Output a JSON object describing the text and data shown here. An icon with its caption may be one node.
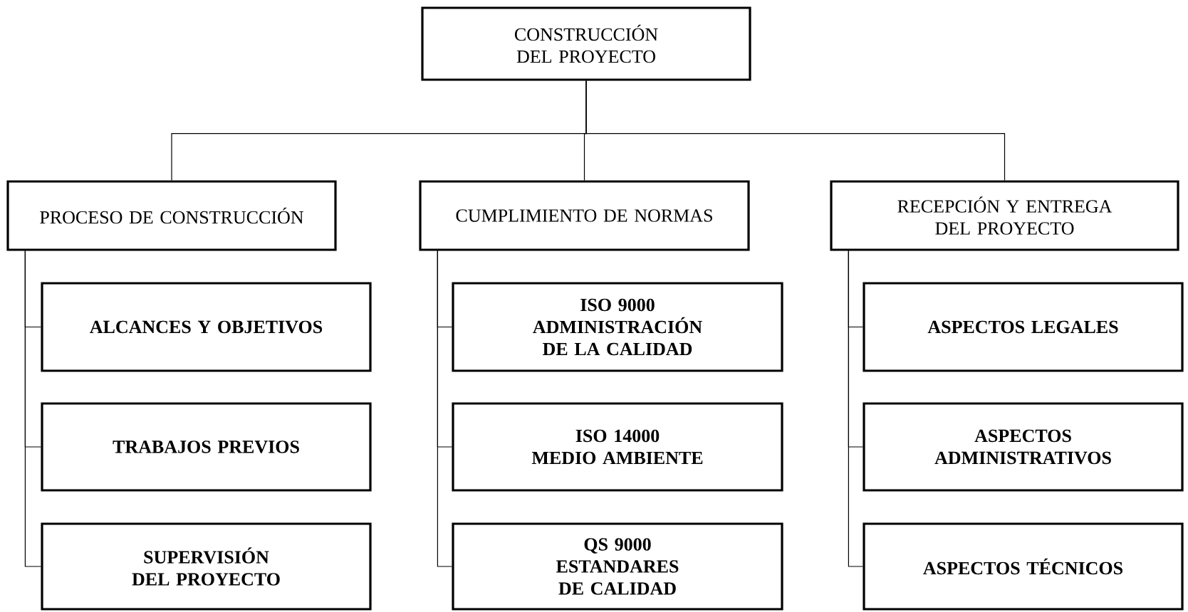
{
  "diagram": {
    "nodes": [
      {
        "text": [
          "CONSTRUCCIÓN DEL PROYECTO"
        ]
      },
      {
        "text": [
          "PROCESO DE CONSTRUCCIÓN"
        ]
      },
      {
        "text": [
          "CUMPLIMIENTO DE NORMAS"
        ]
      },
      {
        "text": [
          "RECEPCIÓN Y ENTREGA DEL PROYECTO"
        ]
      },
      {
        "text": [
          "ALCANCES Y OBJETIVOS"
        ]
      },
      {
        "text": [
          "TRABAJOS PREVIOS"
        ]
      },
      {
        "text": [
          "SUPERVISIÓN DEL PROYECTO"
        ]
      },
      {
        "text": [
          "ISO 9000",
          "ADMINISTRACIÓN DE LA CALIDAD"
        ]
      },
      {
        "text": [
          "ISO 14000",
          "MEDIO AMBIENTE"
        ]
      },
      {
        "text": [
          "QS 9000",
          "ESTANDARES DE CALIDAD"
        ]
      },
      {
        "text": [
          "ASPECTOS LEGALES"
        ]
      },
      {
        "text": [
          "ASPECTOS ADMINISTRATIVOS"
        ]
      },
      {
        "text": [
          "ASPECTOS TÉCNICOS"
        ]
      }
    ],
    "edges": [
      {
        "from": 0,
        "to": 1,
        "arrow": "none"
      },
      {
        "from": 0,
        "to": 2,
        "arrow": "none"
      },
      {
        "from": 0,
        "to": 3,
        "arrow": "none"
      },
      {
        "from": 1,
        "to": 4,
        "arrow": "none"
      },
      {
        "from": 1,
        "to": 5,
        "arrow": "none"
      },
      {
        "from": 1,
        "to": 6,
        "arrow": "none"
      },
      {
        "from": 2,
        "to": 7,
        "arrow": "none"
      },
      {
        "from": 2,
        "to": 8,
        "arrow": "none"
      },
      {
        "from": 2,
        "to": 9,
        "arrow": "none"
      },
      {
        "from": 3,
        "to": 10,
        "arrow": "none"
      },
      {
        "from": 3,
        "to": 11,
        "arrow": "none"
      },
      {
        "from": 3,
        "to": 12,
        "arrow": "none"
      }
    ]
  }
}
